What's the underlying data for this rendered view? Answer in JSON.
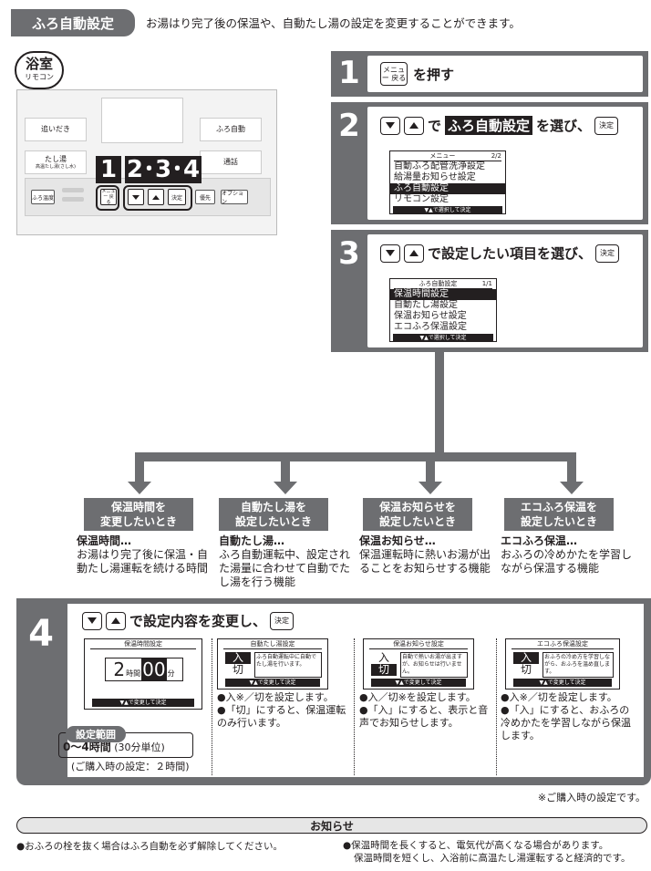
{
  "header": {
    "tag": "ふろ自動設定",
    "intro": "お湯はり完了後の保温や、自動たし湯の設定を変更することができます。"
  },
  "remote": {
    "icon_big": "浴室",
    "icon_small": "リモコン",
    "btn_reheat": "追いだき",
    "btn_auto": "ふろ自動",
    "btn_add": "たし湯",
    "btn_add_sub": "高温たし湯(さし水)",
    "btn_call": "通話",
    "btn_bath_temp": "ふろ温度",
    "btn_menu": "メニュー 戻る",
    "btn_ok": "決定",
    "btn_priority": "優先",
    "btn_option": "オプション",
    "label_1": "1",
    "label_234": "2･3･4"
  },
  "step1": {
    "num": "1",
    "key": "メニュー 戻る",
    "text": "を押す"
  },
  "step2": {
    "num": "2",
    "de": "で",
    "highlight": "ふろ自動設定",
    "rest": "を選び、",
    "ok": "決定",
    "menu_title": "メニュー",
    "menu_page": "2/2",
    "menu_items": [
      "自動ふろ配管洗浄設定",
      "給湯量お知らせ設定",
      "ふろ自動設定",
      "リモコン設定"
    ],
    "menu_footer": "▼▲で選択して決定"
  },
  "step3": {
    "num": "3",
    "text": "で設定したい項目を選び、",
    "ok": "決定",
    "menu_title": "ふろ自動設定",
    "menu_page": "1/1",
    "menu_items": [
      "保温時間設定",
      "自動たし湯設定",
      "保温お知らせ設定",
      "エコふろ保温設定"
    ],
    "menu_footer": "▼▲で選択して決定"
  },
  "situations": [
    {
      "box": "保温時間を\n変更したいとき",
      "title": "保温時間…",
      "desc": "お湯はり完了後に保温・自動たし湯運転を続ける時間"
    },
    {
      "box": "自動たし湯を\n設定したいとき",
      "title": "自動たし湯…",
      "desc": "ふろ自動運転中、設定された湯量に合わせて自動でたし湯を行う機能"
    },
    {
      "box": "保温お知らせを\n設定したいとき",
      "title": "保温お知らせ…",
      "desc": "保温運転時に熱いお湯が出ることをお知らせする機能"
    },
    {
      "box": "エコふろ保温を\n設定したいとき",
      "title": "エコふろ保温…",
      "desc": "おふろの冷めかたを学習しながら保温する機能"
    }
  ],
  "step4": {
    "num": "4",
    "text": "で設定内容を変更し、",
    "ok": "決定",
    "lcd1_title": "保温時間設定",
    "lcd1_hours": "2",
    "lcd1_hours_unit": "時間",
    "lcd1_min": "00",
    "lcd1_min_unit": "分",
    "lcd_footer": "▼▲で変更して決定",
    "range_tag": "設定範囲",
    "range_value": "0～4時間",
    "range_unit": "(30分単位)",
    "range_default": "(ご購入時の設定：２時間)",
    "lcd2_title": "自動たし湯設定",
    "lcd2_msg": "ふろ自動運転中に自動でたし湯を行います。",
    "lcd3_title": "保温お知らせ設定",
    "lcd3_msg": "自動で熱いお湯が出ますが、お知らせは行いません。",
    "lcd4_title": "エコふろ保温設定",
    "lcd4_msg": "おふろの冷め方を学習しながら、おふろを温め直します。",
    "on": "入",
    "off": "切",
    "notes2": [
      "●入※／切を設定します。",
      "●「切」にすると、保温運転のみ行います。"
    ],
    "notes3": [
      "●入／切※を設定します。",
      "●「入」にすると、表示と音声でお知らせします。"
    ],
    "notes4": [
      "●入※／切を設定します。",
      "●「入」にすると、おふろの冷めかたを学習しながら保温します。"
    ]
  },
  "footnote": "※ご購入時の設定です。",
  "notice": {
    "title": "お知らせ",
    "left": "●おふろの栓を抜く場合はふろ自動を必ず解除してください。",
    "right1": "●保温時間を長くすると、電気代が高くなる場合があります。",
    "right2": "保温時間を短くし、入浴前に高温たし湯運転すると経済的です。"
  },
  "colors": {
    "gray": "#6d6e71",
    "dark": "#231f20"
  }
}
